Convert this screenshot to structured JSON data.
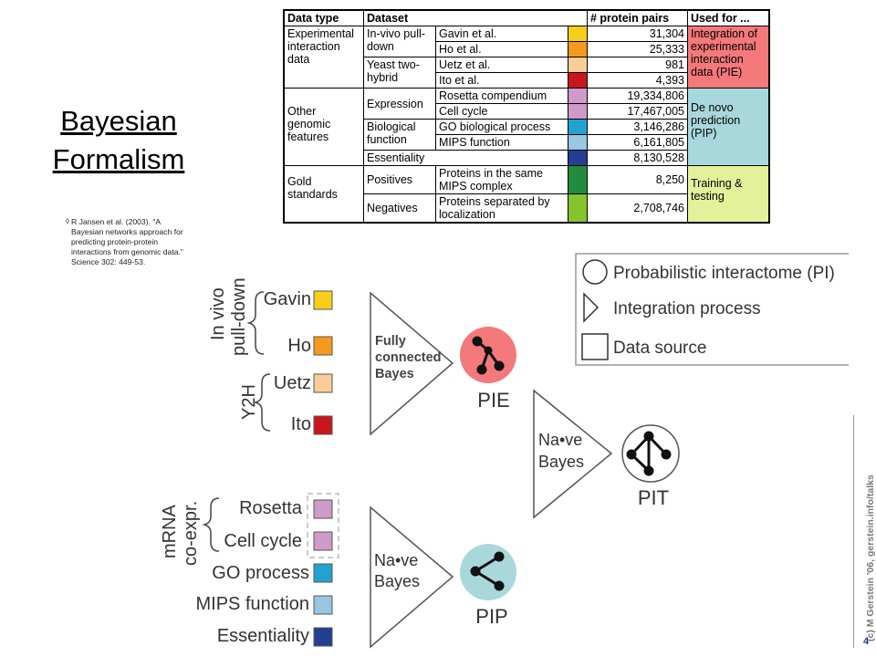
{
  "title_line1": "Bayesian",
  "title_line2": "Formalism",
  "citation": "R Jansen et al. (2003). \"A Bayesian networks approach for predicting protein-protein interactions from genomic data.\" Science 302: 449-53.",
  "table": {
    "headers": [
      "Data type",
      "Dataset",
      "# protein pairs",
      "Used for ..."
    ],
    "groups": {
      "experimental": "Experimental interaction data",
      "other": "Other genomic features",
      "gold": "Gold standards"
    },
    "subgroups": {
      "invivo": "In-vivo pull-down",
      "y2h": "Yeast two-hybrid",
      "expression": "Expression",
      "bio": "Biological function",
      "essentiality": "Essentiality",
      "positives": "Positives",
      "negatives": "Negatives"
    },
    "rows": [
      {
        "name": "Gavin et al.",
        "pairs": "31,304",
        "color": "#f7cf1a"
      },
      {
        "name": "Ho et al.",
        "pairs": "25,333",
        "color": "#f39a1e"
      },
      {
        "name": "Uetz et al.",
        "pairs": "981",
        "color": "#f8cd98"
      },
      {
        "name": "Ito et al.",
        "pairs": "4,393",
        "color": "#c8161d"
      },
      {
        "name": "Rosetta compendium",
        "pairs": "19,334,806",
        "color": "#cf9ac9"
      },
      {
        "name": "Cell cycle",
        "pairs": "17,467,005",
        "color": "#cf9ac9"
      },
      {
        "name": "GO biological process",
        "pairs": "3,146,286",
        "color": "#22a3cf"
      },
      {
        "name": "MIPS function",
        "pairs": "6,161,805",
        "color": "#98c6e3"
      },
      {
        "name": "",
        "pairs": "8,130,528",
        "color": "#243e93"
      },
      {
        "name": "Proteins in the same MIPS complex",
        "pairs": "8,250",
        "color": "#218c3c"
      },
      {
        "name": "Proteins separated by localization",
        "pairs": "2,708,746",
        "color": "#86c42d"
      }
    ],
    "used_for": {
      "pie": "Integration of experimental interaction data (PIE)",
      "pip": "De novo prediction (PIP)",
      "training": "Training & testing"
    }
  },
  "legend": {
    "pi": "Probabilistic interactome (PI)",
    "integration": "Integration process",
    "source": "Data source"
  },
  "diagram": {
    "group_invivo_1": "In vivo",
    "group_invivo_2": "pull-down",
    "group_y2h": "Y2H",
    "group_mrna_1": "mRNA",
    "group_mrna_2": "co-expr.",
    "sources": {
      "gavin": "Gavin",
      "ho": "Ho",
      "uetz": "Uetz",
      "ito": "Ito",
      "rosetta": "Rosetta",
      "cellcycle": "Cell cycle",
      "go": "GO process",
      "mips": "MIPS function",
      "essentiality": "Essentiality"
    },
    "process_fully_1": "Fully",
    "process_fully_2": "connected",
    "process_fully_3": "Bayes",
    "process_naive_1": "Na•ve",
    "process_naive_2": "Bayes",
    "node_pie": "PIE",
    "node_pit": "PIT",
    "node_pip": "PIP"
  },
  "credit": "(c) M Gerstein '06, gerstein.info/talks",
  "page_number": "4",
  "colors": {
    "gavin": "#f7cf1a",
    "ho": "#f39a1e",
    "uetz": "#f8cd98",
    "ito": "#c8161d",
    "mrna": "#cf9ac9",
    "go": "#22a3cf",
    "mips": "#98c6e3",
    "essentiality": "#243e93",
    "pie": "#f4797a",
    "pip": "#a9d8dc",
    "training": "#e3f19b"
  }
}
